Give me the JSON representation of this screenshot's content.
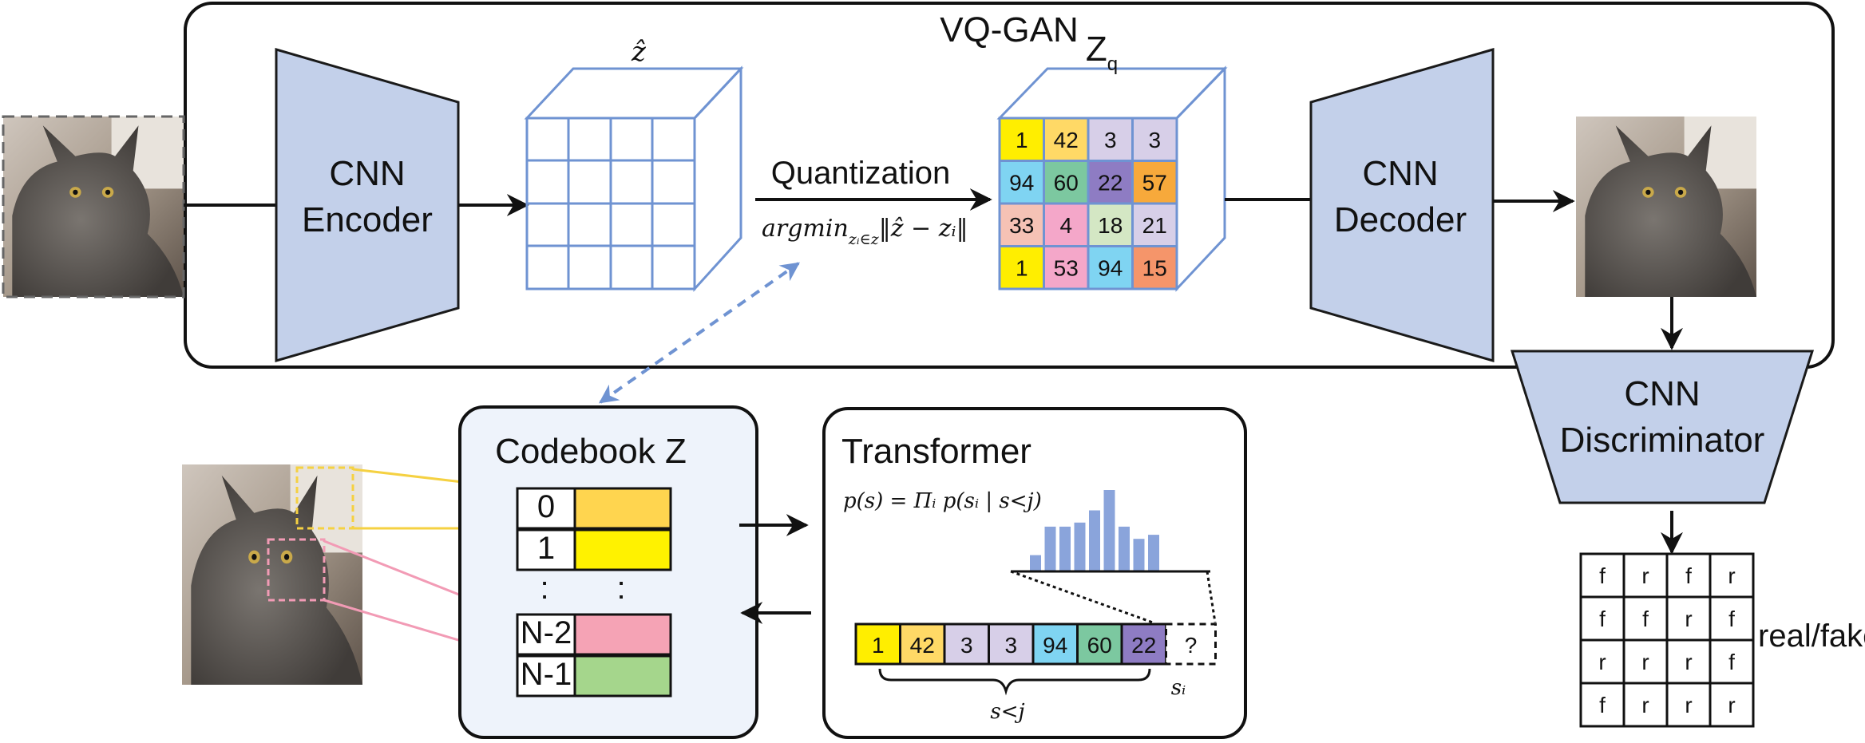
{
  "title": "VQ-GAN",
  "encoder": {
    "line1": "CNN",
    "line2": "Encoder"
  },
  "decoder": {
    "line1": "CNN",
    "line2": "Decoder"
  },
  "discriminator": {
    "line1": "CNN",
    "line2": "Discriminator"
  },
  "zhat_label": "ẑ",
  "zq_label": "Z",
  "zq_sub": "q",
  "quantization": {
    "label": "Quantization",
    "formula_main": "argmin",
    "formula_sub": "zᵢ∈z",
    "formula_rest": "‖ẑ − zᵢ‖"
  },
  "zq_grid": [
    [
      {
        "v": "1",
        "c": "#ffee00"
      },
      {
        "v": "42",
        "c": "#ffd966"
      },
      {
        "v": "3",
        "c": "#d7cfe8"
      },
      {
        "v": "3",
        "c": "#d7cfe8"
      }
    ],
    [
      {
        "v": "94",
        "c": "#7fd4f2"
      },
      {
        "v": "60",
        "c": "#7cc8a0"
      },
      {
        "v": "22",
        "c": "#8e7cc3"
      },
      {
        "v": "57",
        "c": "#f7a93b"
      }
    ],
    [
      {
        "v": "33",
        "c": "#f5c2b5"
      },
      {
        "v": "4",
        "c": "#f4a7c9"
      },
      {
        "v": "18",
        "c": "#d4e7c4"
      },
      {
        "v": "21",
        "c": "#d7cfe8"
      }
    ],
    [
      {
        "v": "1",
        "c": "#ffee00"
      },
      {
        "v": "53",
        "c": "#f4a7c9"
      },
      {
        "v": "94",
        "c": "#7fd4f2"
      },
      {
        "v": "15",
        "c": "#f5956a"
      }
    ]
  ],
  "codebook": {
    "title": "Codebook Z",
    "rows": [
      {
        "index": "0",
        "color": "#ffd54f"
      },
      {
        "index": "1",
        "color": "#fff200"
      },
      {
        "index": "N-2",
        "color": "#f5a3b5"
      },
      {
        "index": "N-1",
        "color": "#a5d68c"
      }
    ],
    "ellipsis": ":"
  },
  "transformer": {
    "title": "Transformer",
    "formula": "p(s) = Πᵢ p(sᵢ | s<j)",
    "histogram": [
      0.2,
      0.55,
      0.55,
      0.6,
      0.75,
      1.0,
      0.55,
      0.4,
      0.45
    ],
    "sequence": [
      {
        "v": "1",
        "c": "#ffee00"
      },
      {
        "v": "42",
        "c": "#ffd966"
      },
      {
        "v": "3",
        "c": "#d7cfe8"
      },
      {
        "v": "3",
        "c": "#d7cfe8"
      },
      {
        "v": "94",
        "c": "#7fd4f2"
      },
      {
        "v": "60",
        "c": "#7cc8a0"
      },
      {
        "v": "22",
        "c": "#8e7cc3"
      }
    ],
    "unknown": "?",
    "s_lt_j": "s<j",
    "s_i": "sᵢ"
  },
  "disc_grid": [
    [
      "f",
      "r",
      "f",
      "r"
    ],
    [
      "f",
      "f",
      "r",
      "f"
    ],
    [
      "r",
      "r",
      "r",
      "f"
    ],
    [
      "f",
      "r",
      "r",
      "r"
    ]
  ],
  "real_fake": "real/fake",
  "colors": {
    "accent": "#c3d0ea",
    "accent_stroke": "#1a1a1a",
    "cube_blue": "#6f93d2",
    "codebook_bg": "#eef3fb",
    "dash_arrow": "#6f93d2"
  }
}
